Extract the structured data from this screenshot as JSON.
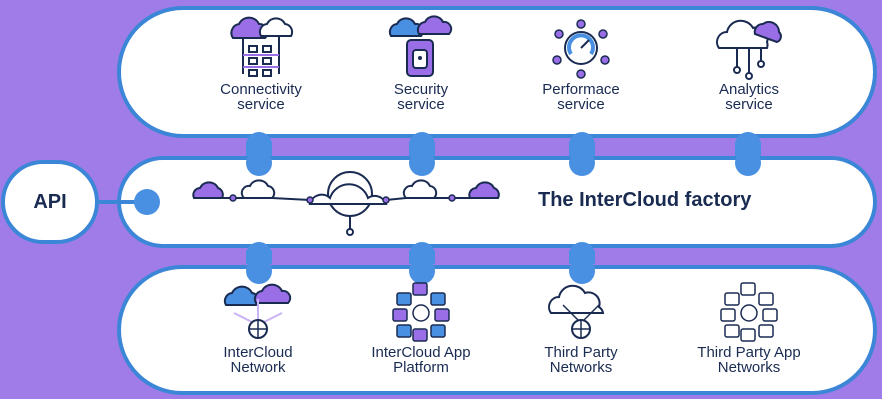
{
  "api": {
    "label": "API"
  },
  "factory": {
    "title": "The InterCloud factory"
  },
  "top_services": [
    {
      "label_line1": "Connectivity",
      "label_line2": "service",
      "icon": "cloud-grid-icon"
    },
    {
      "label_line1": "Security",
      "label_line2": "service",
      "icon": "cloud-lock-icon"
    },
    {
      "label_line1": "Performace",
      "label_line2": "service",
      "icon": "gauge-icon"
    },
    {
      "label_line1": "Analytics",
      "label_line2": "service",
      "icon": "cloud-analytics-icon"
    }
  ],
  "bottom_services": [
    {
      "label_line1": "InterCloud",
      "label_line2": "Network",
      "icon": "cloud-network-globe-icon"
    },
    {
      "label_line1": "InterCloud App",
      "label_line2": "Platform",
      "icon": "app-platform-icon"
    },
    {
      "label_line1": "Third Party",
      "label_line2": "Networks",
      "icon": "cloud-globe-outline-icon"
    },
    {
      "label_line1": "Third Party App",
      "label_line2": "Networks",
      "icon": "app-network-outline-icon"
    }
  ],
  "colors": {
    "background": "#a07ce8",
    "border": "#3c86d8",
    "dot": "#4a90e2",
    "purple": "#9a6ee6",
    "text": "#1a2b52"
  }
}
